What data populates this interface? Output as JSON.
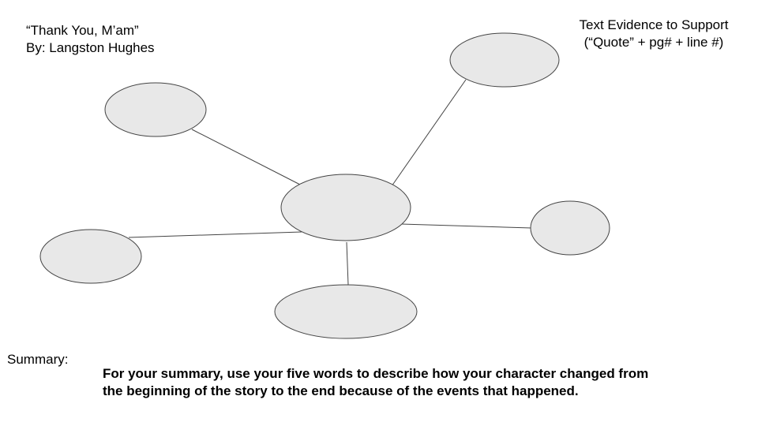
{
  "header": {
    "story_title": "“Thank You, M’am”",
    "author_line": "By: Langston Hughes",
    "evidence_title": "Text Evidence to Support",
    "evidence_hint": "(“Quote” + pg# + line #)"
  },
  "diagram": {
    "node_fill": "#e8e8e8",
    "node_stroke": "#444444",
    "line_color": "#444444",
    "center_node": "center",
    "outer_nodes": [
      "upper-left",
      "upper-right",
      "left",
      "right",
      "bottom"
    ]
  },
  "summary": {
    "label": "Summary:",
    "instructions_line1": "For your summary, use your five words to describe how your character changed from",
    "instructions_line2": "the beginning of the story to the end because of the events that happened."
  }
}
